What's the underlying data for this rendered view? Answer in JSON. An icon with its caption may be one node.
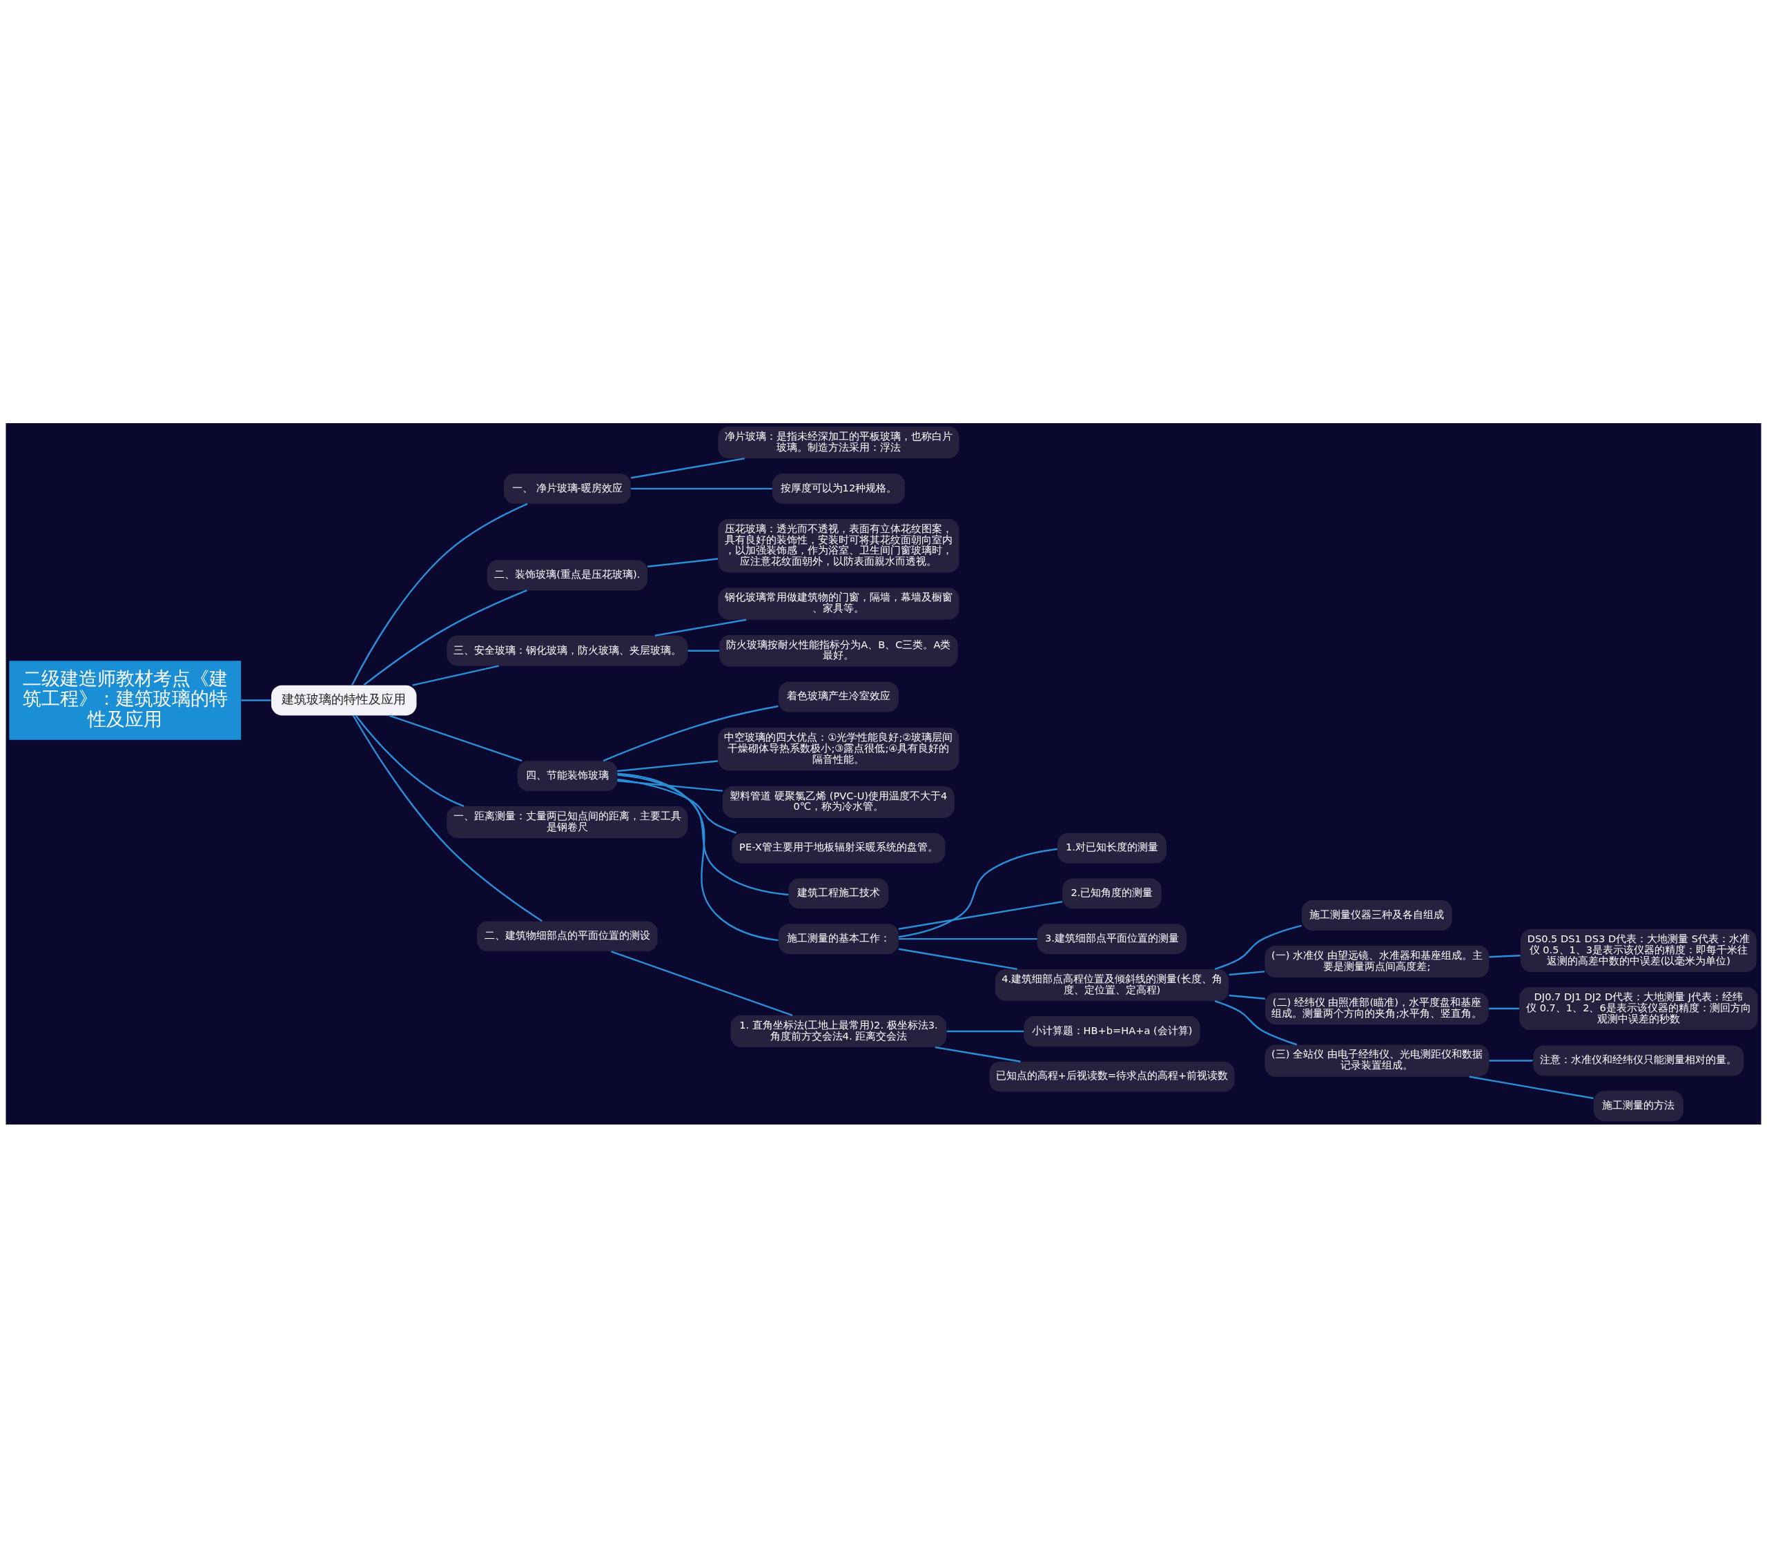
{
  "diagram": {
    "nodes": [
      {
        "text": [
          "二级建造师教材考点《建筑工程》：建筑玻璃的特性及应用"
        ]
      },
      {
        "text": [
          "建筑玻璃的特性及应用"
        ]
      },
      {
        "text": [
          "一、 净片玻璃-暖房效应"
        ]
      },
      {
        "text": [
          "净片玻璃：是指未经深加工的平板玻璃，也称白片玻璃。制造方法采用：浮法"
        ]
      },
      {
        "text": [
          "按厚度可以为12种规格。"
        ]
      },
      {
        "text": [
          "二、装饰玻璃(重点是压花玻璃)."
        ]
      },
      {
        "text": [
          "压花玻璃：透光而不透视，表面有立体花纹图案，具有良好的装饰性，安装时可将其花纹面朝向室内，以加强装饰感，作为浴室、卫生间门窗玻璃时，应注意花纹面朝外，以防表面親水而透视。"
        ]
      },
      {
        "text": [
          "三、安全玻璃：钢化玻璃，防火玻璃、夹层玻璃。"
        ]
      },
      {
        "text": [
          "钢化玻璃常用做建筑物的门窗，隔墙，幕墙及橱窗、家具等。"
        ]
      },
      {
        "text": [
          "防火玻璃按耐火性能指标分为A、B、C三类。A类最好。"
        ]
      },
      {
        "text": [
          "四、节能装饰玻璃"
        ]
      },
      {
        "text": [
          "着色玻璃产生冷室效应"
        ]
      },
      {
        "text": [
          "中空玻璃的四大优点：①光学性能良好;②玻璃层间干燥砌体导热系数极小;③露点很低;④具有良好的隔音性能。"
        ]
      },
      {
        "text": [
          "塑料管道 硬聚氯乙烯 (PVC-U)使用温度不大于40℃，称为冷水管。"
        ]
      },
      {
        "text": [
          "PE-X管主要用于地板辐射采暖系统的盘管。"
        ]
      },
      {
        "text": [
          "建筑工程施工技术"
        ]
      },
      {
        "text": [
          "施工测量的基本工作："
        ]
      },
      {
        "text": [
          "1.对已知长度的测量"
        ]
      },
      {
        "text": [
          "2.已知角度的测量"
        ]
      },
      {
        "text": [
          "3.建筑细部点平面位置的测量"
        ]
      },
      {
        "text": [
          "4.建筑细部点高程位置及倾斜线的测量(长度、角度、定位置、定高程)"
        ]
      },
      {
        "text": [
          "施工测量仪器三种及各自组成"
        ]
      },
      {
        "text": [
          "(一) 水准仪 由望远镜、水准器和基座组成。主要是测量两点间高度差;"
        ]
      },
      {
        "text": [
          "DS0.5 DS1 DS3 D代表：大地测量 S代表：水准仪 0.5、1、3是表示该仪器的精度：即每千米往返测的高差中数的中误差(以毫米为单位)"
        ]
      },
      {
        "text": [
          "(二) 经纬仪 由照准部(瞄准)，水平度盘和基座组成。测量两个方向的夹角;水平角、竖直角。"
        ]
      },
      {
        "text": [
          "DJ0.7 DJ1 DJ2 D代表：大地测量 J代表：经纬仪 0.7、1、2、6是表示该仪器的精度：测回方向观测中误差的秒数"
        ]
      },
      {
        "text": [
          "(三) 全站仪 由电子经纬仪、光电测距仪和数据记录装置组成。"
        ]
      },
      {
        "text": [
          "注意：水准仪和经纬仪只能测量相对的量。"
        ]
      },
      {
        "text": [
          "施工测量的方法"
        ]
      },
      {
        "text": [
          "一、距离测量：丈量两已知点间的距离，主要工具是钢卷尺"
        ]
      },
      {
        "text": [
          "二、建筑物细部点的平面位置的测设"
        ]
      },
      {
        "text": [
          "1. 直角坐标法(工地上最常用)2. 极坐标法3. 角度前方交会法4. 距离交会法"
        ]
      },
      {
        "text": [
          "小计算题：HB+b=HA+a (会计算)"
        ]
      },
      {
        "text": [
          "已知点的高程+后视读数=待求点的高程+前视读数"
        ]
      }
    ],
    "edges": [
      {
        "from": 0,
        "to": 1,
        "arrow": "none"
      },
      {
        "from": 1,
        "to": 2,
        "arrow": "none"
      },
      {
        "from": 2,
        "to": 3,
        "arrow": "none"
      },
      {
        "from": 2,
        "to": 4,
        "arrow": "none"
      },
      {
        "from": 1,
        "to": 5,
        "arrow": "none"
      },
      {
        "from": 5,
        "to": 6,
        "arrow": "none"
      },
      {
        "from": 1,
        "to": 7,
        "arrow": "none"
      },
      {
        "from": 7,
        "to": 8,
        "arrow": "none"
      },
      {
        "from": 7,
        "to": 9,
        "arrow": "none"
      },
      {
        "from": 1,
        "to": 10,
        "arrow": "none"
      },
      {
        "from": 10,
        "to": 11,
        "arrow": "none"
      },
      {
        "from": 10,
        "to": 12,
        "arrow": "none"
      },
      {
        "from": 10,
        "to": 13,
        "arrow": "none"
      },
      {
        "from": 10,
        "to": 14,
        "arrow": "none"
      },
      {
        "from": 10,
        "to": 15,
        "arrow": "none"
      },
      {
        "from": 10,
        "to": 16,
        "arrow": "none"
      },
      {
        "from": 16,
        "to": 17,
        "arrow": "none"
      },
      {
        "from": 16,
        "to": 18,
        "arrow": "none"
      },
      {
        "from": 16,
        "to": 19,
        "arrow": "none"
      },
      {
        "from": 16,
        "to": 20,
        "arrow": "none"
      },
      {
        "from": 20,
        "to": 21,
        "arrow": "none"
      },
      {
        "from": 20,
        "to": 22,
        "arrow": "none"
      },
      {
        "from": 22,
        "to": 23,
        "arrow": "none"
      },
      {
        "from": 20,
        "to": 24,
        "arrow": "none"
      },
      {
        "from": 24,
        "to": 25,
        "arrow": "none"
      },
      {
        "from": 20,
        "to": 26,
        "arrow": "none"
      },
      {
        "from": 26,
        "to": 27,
        "arrow": "none"
      },
      {
        "from": 26,
        "to": 28,
        "arrow": "none"
      },
      {
        "from": 1,
        "to": 29,
        "arrow": "none"
      },
      {
        "from": 1,
        "to": 30,
        "arrow": "none"
      },
      {
        "from": 30,
        "to": 31,
        "arrow": "none"
      },
      {
        "from": 31,
        "to": 32,
        "arrow": "none"
      },
      {
        "from": 31,
        "to": 33,
        "arrow": "none"
      }
    ]
  }
}
